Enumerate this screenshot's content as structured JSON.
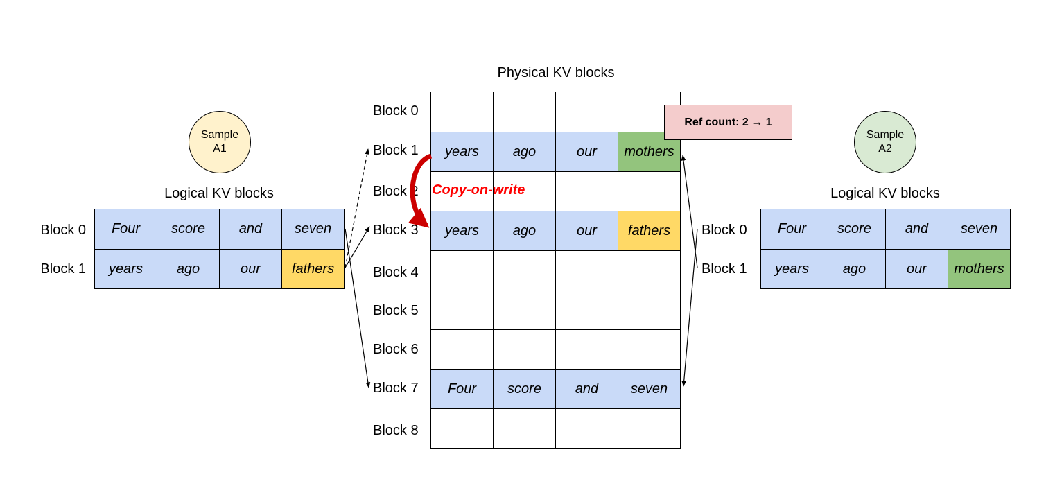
{
  "physical": {
    "title": "Physical KV blocks",
    "block_labels": [
      "Block 0",
      "Block 1",
      "Block 2",
      "Block 3",
      "Block 4",
      "Block 5",
      "Block 6",
      "Block 7",
      "Block 8"
    ],
    "rows": [
      [
        "",
        "",
        "",
        ""
      ],
      [
        "years",
        "ago",
        "our",
        "mothers"
      ],
      [
        "",
        "",
        "",
        ""
      ],
      [
        "years",
        "ago",
        "our",
        "fathers"
      ],
      [
        "",
        "",
        "",
        ""
      ],
      [
        "",
        "",
        "",
        ""
      ],
      [
        "",
        "",
        "",
        ""
      ],
      [
        "Four",
        "score",
        "and",
        "seven"
      ],
      [
        "",
        "",
        "",
        ""
      ]
    ]
  },
  "sample_a1": {
    "name": "Sample\nA1",
    "title": "Logical KV blocks",
    "block_labels": [
      "Block 0",
      "Block 1"
    ],
    "rows": [
      [
        "Four",
        "score",
        "and",
        "seven"
      ],
      [
        "years",
        "ago",
        "our",
        "fathers"
      ]
    ]
  },
  "sample_a2": {
    "name": "Sample\nA2",
    "title": "Logical KV blocks",
    "block_labels": [
      "Block 0",
      "Block 1"
    ],
    "rows": [
      [
        "Four",
        "score",
        "and",
        "seven"
      ],
      [
        "years",
        "ago",
        "our",
        "mothers"
      ]
    ]
  },
  "ref_count": "Ref count: 2 → 1",
  "copy_on_write": "Copy-on-write",
  "colors": {
    "filled_block": "#c9daf8",
    "fathers_highlight": "#ffd966",
    "mothers_highlight": "#93c47d",
    "sample_a1_circle": "#fff2cc",
    "sample_a2_circle": "#d9ead3",
    "ref_count_box": "#f4cccc",
    "copy_on_write": "#ff0000"
  }
}
